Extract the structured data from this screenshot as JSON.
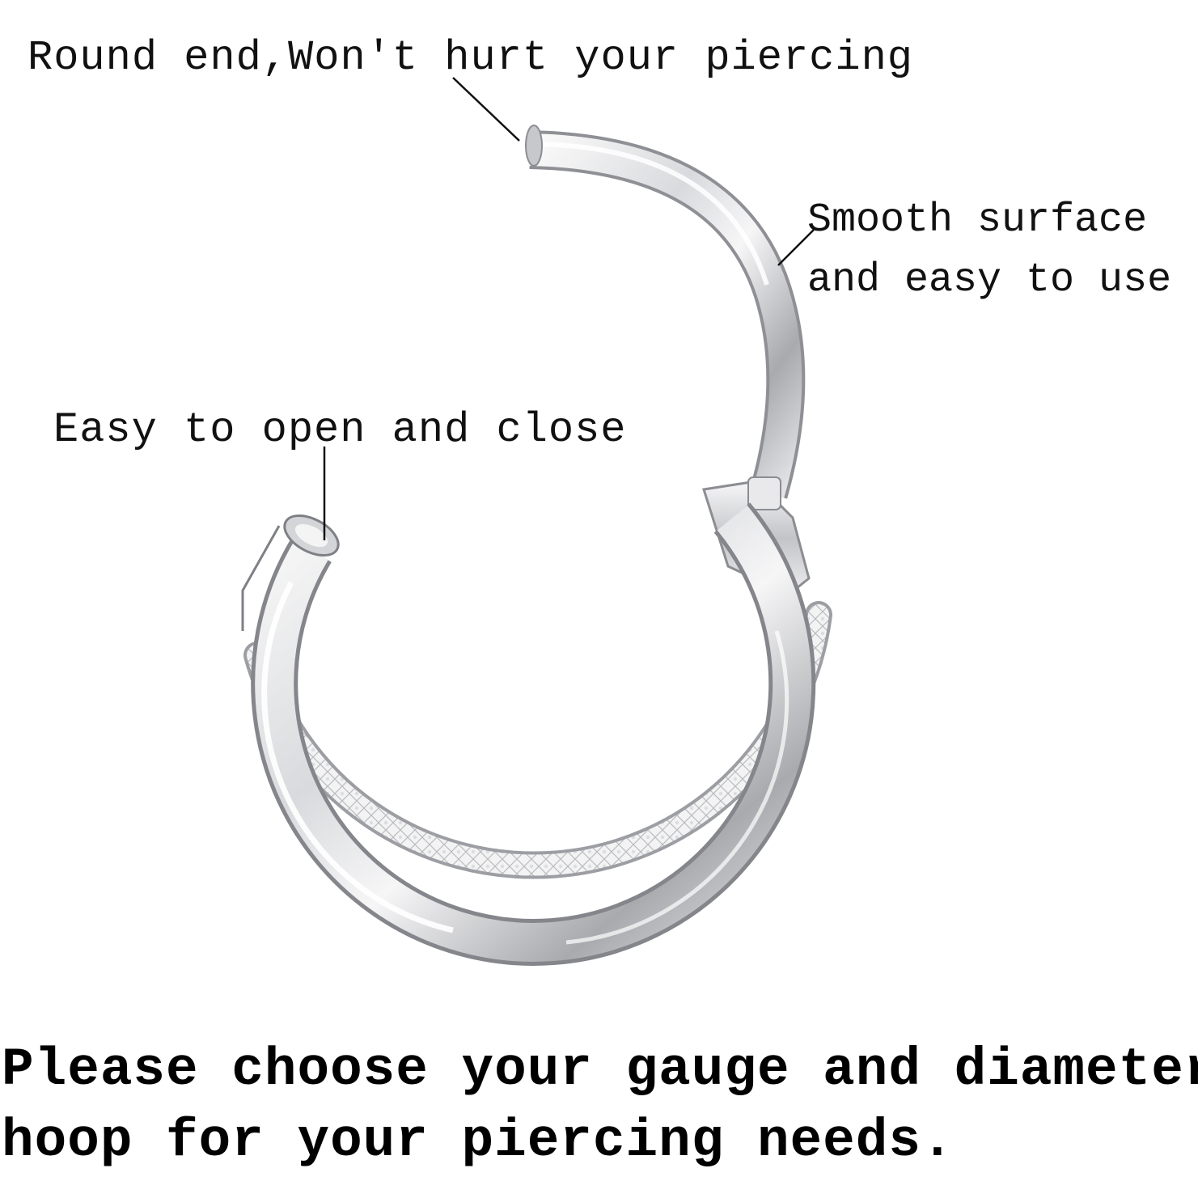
{
  "callouts": {
    "round_end": "Round end,Won't hurt your piercing",
    "smooth_line1": "Smooth surface",
    "smooth_line2": "and easy to use",
    "easy_open": "Easy to open and close"
  },
  "tagline": {
    "line1": "Please choose your gauge and diameter",
    "line2": "hoop for your piercing needs."
  },
  "colors": {
    "background": "#ffffff",
    "text": "#111111",
    "metal_light": "#f4f4f6",
    "metal_mid": "#c9cacd",
    "metal_dark": "#8c8d92"
  }
}
